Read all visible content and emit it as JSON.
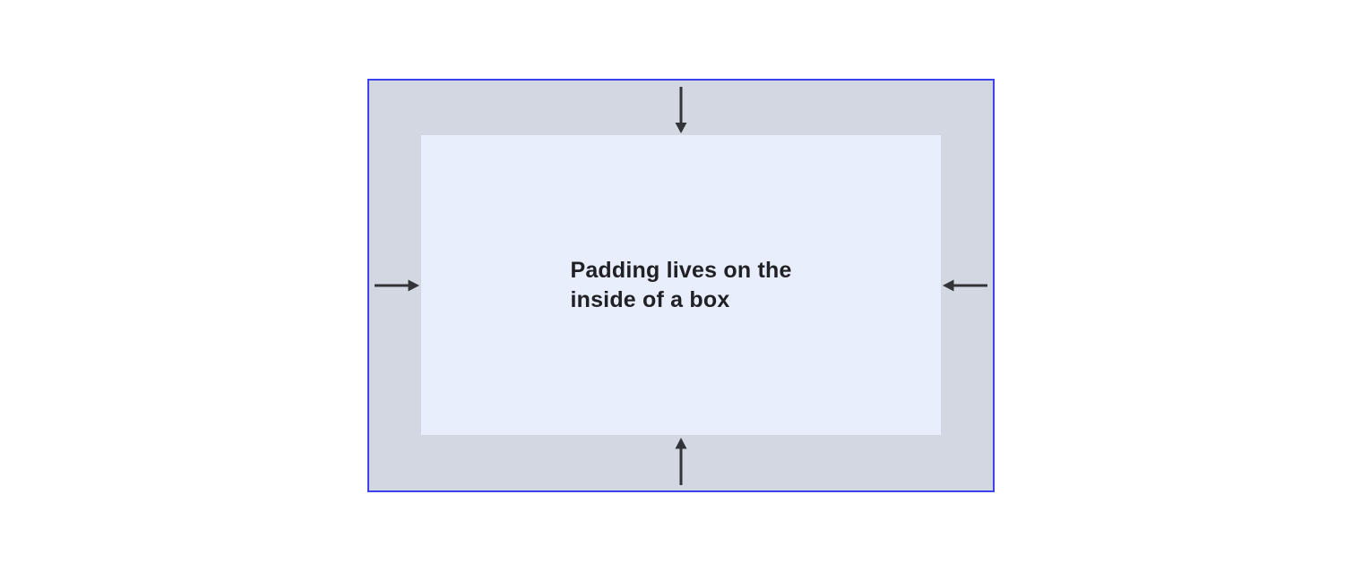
{
  "diagram": {
    "label": {
      "line1": "Padding lives on the",
      "line2": "inside of a box"
    },
    "arrows": {
      "top": "down-arrow",
      "right": "left-arrow",
      "bottom": "up-arrow",
      "left": "right-arrow"
    },
    "colors": {
      "page_bg": "#ffffff",
      "box_border": "#3b42f0",
      "padding_bg": "#d2d7e2",
      "content_bg": "#e8eefc",
      "arrow": "#333438",
      "text": "#202124"
    }
  }
}
